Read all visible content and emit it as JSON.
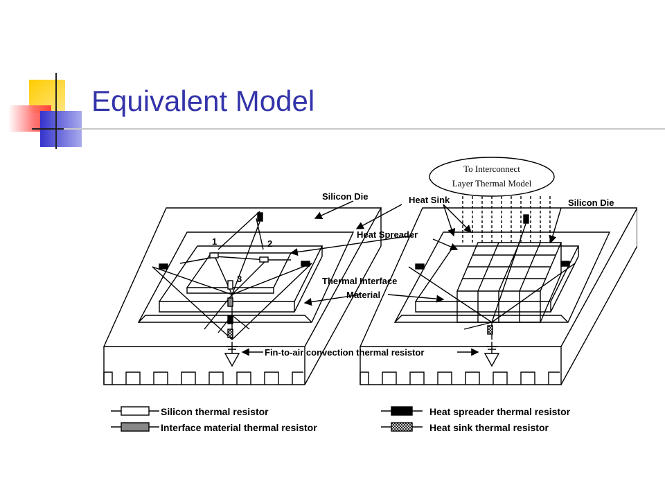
{
  "slide": {
    "title": "Equivalent Model"
  },
  "diagram": {
    "callouts": {
      "interconnect_line1": "To Interconnect",
      "interconnect_line2": "Layer Thermal Model",
      "silicon_die_left": "Silicon Die",
      "silicon_die_right": "Silicon Die",
      "heat_sink": "Heat Sink",
      "heat_spreader": "Heat Spreader",
      "tim_line1": "Thermal Interface",
      "tim_line2": "Material",
      "convection": "Fin-to-air convection thermal resistor",
      "node_1": "1",
      "node_2": "2",
      "node_3": "3"
    },
    "legend": [
      {
        "label": "Silicon thermal resistor",
        "symbol": "white-box"
      },
      {
        "label": "Interface material thermal resistor",
        "symbol": "gray-box"
      },
      {
        "label": "Heat spreader thermal resistor",
        "symbol": "black-box"
      },
      {
        "label": "Heat sink thermal resistor",
        "symbol": "hatched-box"
      }
    ]
  },
  "colors": {
    "title": "#3333aa",
    "accent_yellow": "#ffcc00",
    "accent_red": "#ff3333",
    "accent_blue": "#3333cc",
    "rule": "#c8c8c8"
  }
}
